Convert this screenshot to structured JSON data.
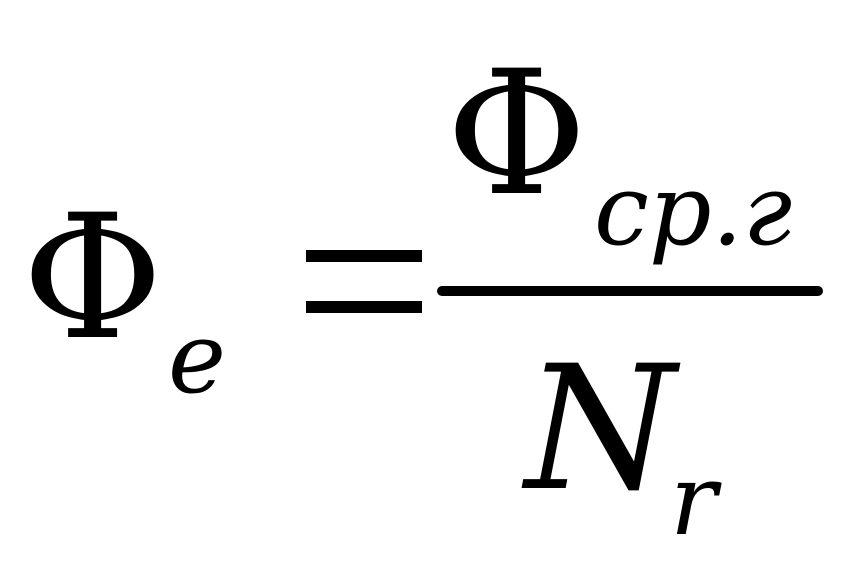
{
  "formula": {
    "lhs": {
      "symbol": "Φ",
      "subscript": "e"
    },
    "operator": "=",
    "numerator": {
      "symbol": "Φ",
      "subscript": "ср.г"
    },
    "denominator": {
      "symbol": "N",
      "subscript": "r"
    }
  },
  "colors": {
    "ink": "#000000",
    "background": "#ffffff"
  }
}
